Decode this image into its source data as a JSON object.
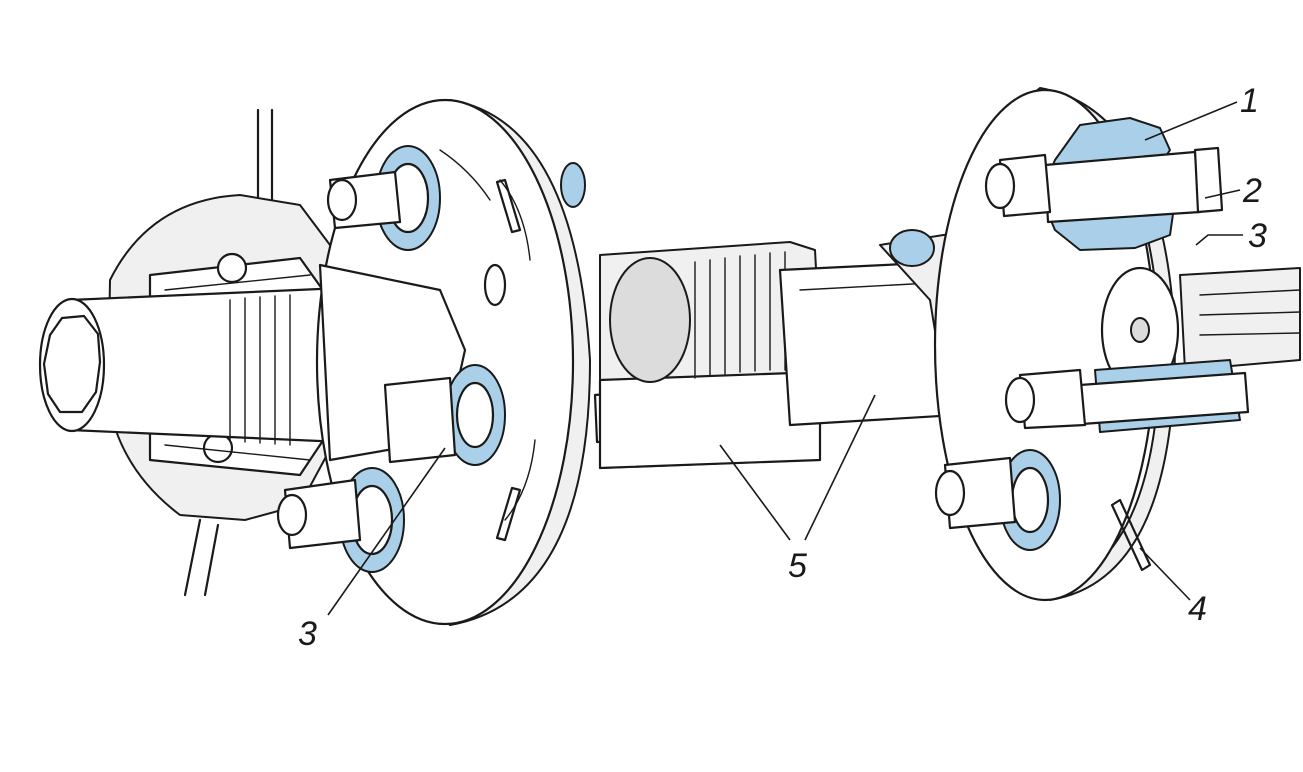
{
  "callouts": {
    "c1": "1",
    "c2": "2",
    "c3_right": "3",
    "c3_left": "3",
    "c4": "4",
    "c5": "5"
  },
  "colors": {
    "rubber": "#a9d0e8",
    "line": "#1a1a1a",
    "background": "#ffffff"
  }
}
